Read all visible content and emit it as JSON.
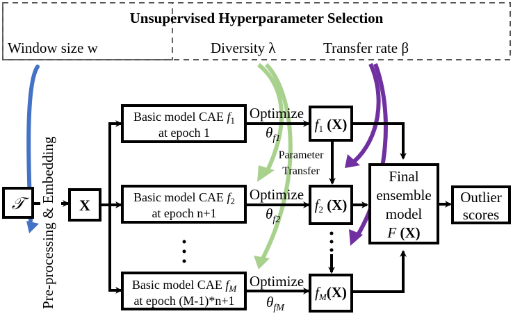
{
  "title": "Unsupervised Hyperparameter Selection",
  "hyperparameters": {
    "window": "Window size w",
    "diversity": "Diversity λ",
    "transfer": "Transfer rate β"
  },
  "input": {
    "series_symbol": "𝒯",
    "embedding_symbol": "X",
    "preprocess_label": "Pre-processing & Embedding"
  },
  "models": [
    {
      "line1": "Basic model CAE ",
      "fn": "f",
      "sub": "1",
      "line2": "at epoch 1",
      "opt": "Optimize",
      "theta_sub": "f1",
      "out_fn": "f",
      "out_sub": "1",
      "out_arg": " (X)"
    },
    {
      "line1": "Basic model CAE ",
      "fn": "f",
      "sub": "2",
      "line2": "at epoch n+1",
      "opt": "Optimize",
      "theta_sub": "f2",
      "out_fn": "f",
      "out_sub": "2",
      "out_arg": " (X)"
    },
    {
      "line1": "Basic model CAE ",
      "fn": "f",
      "sub": "M",
      "line2": "at epoch (M-1)*n+1",
      "opt": "Optimize",
      "theta_sub": "fM",
      "out_fn": "f",
      "out_sub": "M",
      "out_arg": "(X)"
    }
  ],
  "theta_symbol": "θ",
  "parameter_transfer": {
    "line1": "Parameter",
    "line2": "Transfer"
  },
  "ensemble": {
    "line1": "Final",
    "line2": "ensemble",
    "line3": "model",
    "fn": "F",
    "arg": " (X)"
  },
  "output": {
    "line1": "Outlier",
    "line2": "scores"
  },
  "colors": {
    "window_arrow": "#4472c4",
    "diversity_arrow": "#a9d18e",
    "transfer_arrow": "#7030a0"
  }
}
